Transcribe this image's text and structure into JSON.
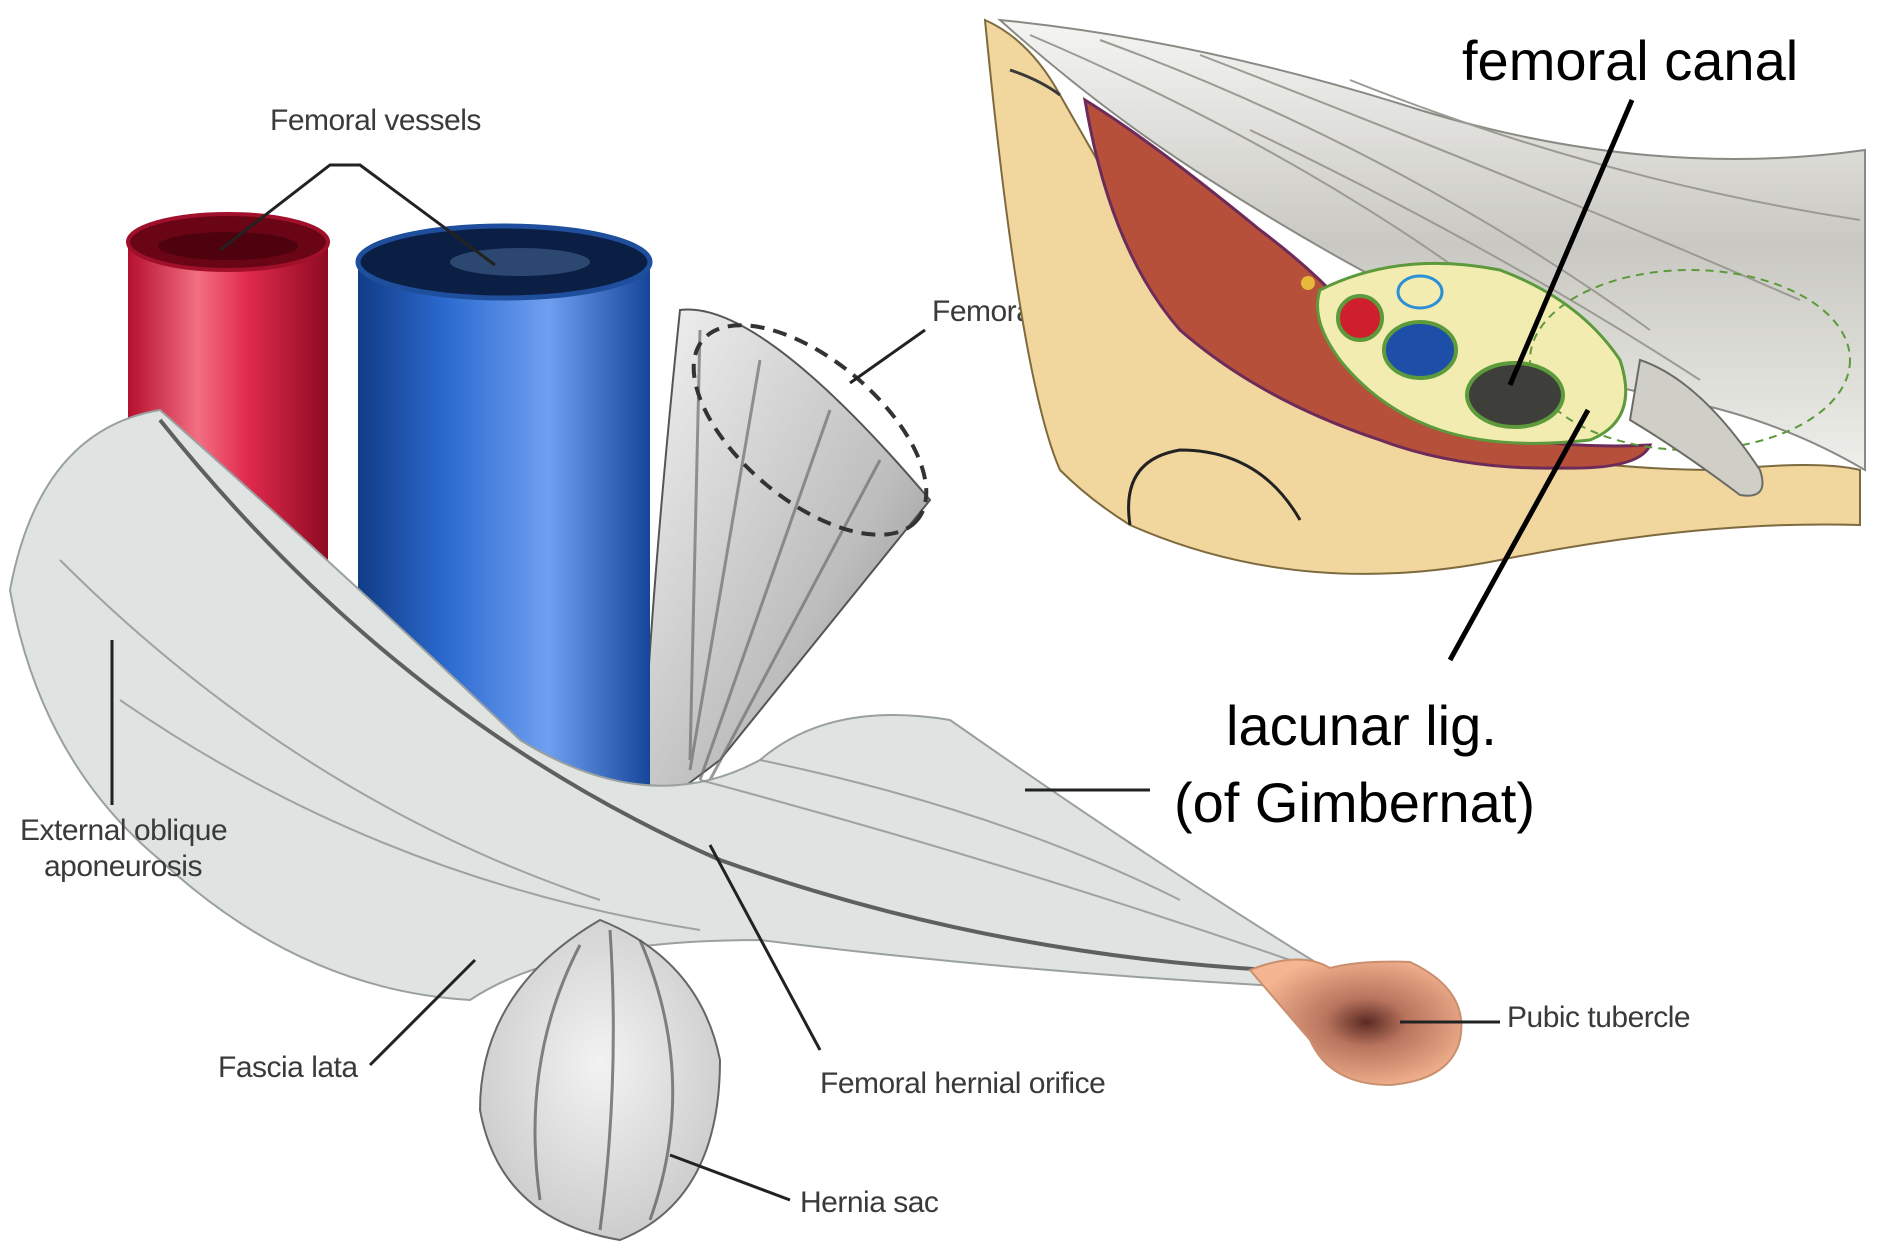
{
  "labels": {
    "femoral_vessels": "Femoral vessels",
    "femoral_ring": "Femoral ring",
    "external_oblique_line1": "External oblique",
    "external_oblique_line2": "aponeurosis",
    "fascia_lata": "Fascia lata",
    "femoral_hernial_orifice": "Femoral hernial orifice",
    "hernia_sac": "Hernia sac",
    "pubic_tubercle": "Pubic tubercle",
    "femoral_canal": "femoral canal",
    "lacunar_line1": "lacunar lig.",
    "lacunar_line2": "(of Gimbernat)"
  },
  "colors": {
    "artery": "#d81f45",
    "vein": "#1e58b4",
    "aponeurosis": "#dfe3e2",
    "bone": "#f1d79e",
    "muscle": "#b6503a",
    "pubic_tubercle": "#efa57f"
  }
}
